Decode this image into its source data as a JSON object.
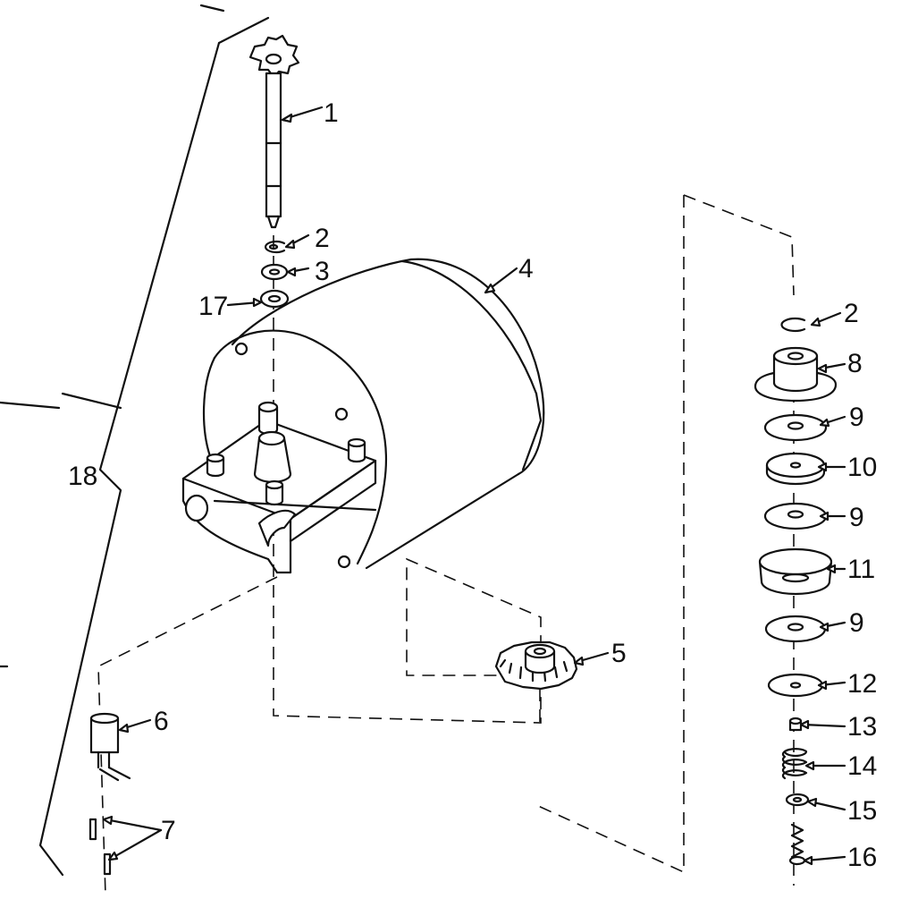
{
  "diagram": {
    "callouts": [
      {
        "id": "callout-1",
        "label": "1"
      },
      {
        "id": "callout-2a",
        "label": "2"
      },
      {
        "id": "callout-3",
        "label": "3"
      },
      {
        "id": "callout-17",
        "label": "17"
      },
      {
        "id": "callout-4",
        "label": "4"
      },
      {
        "id": "callout-18",
        "label": "18"
      },
      {
        "id": "callout-5",
        "label": "5"
      },
      {
        "id": "callout-6",
        "label": "6"
      },
      {
        "id": "callout-7",
        "label": "7"
      },
      {
        "id": "callout-2b",
        "label": "2"
      },
      {
        "id": "callout-8",
        "label": "8"
      },
      {
        "id": "callout-9a",
        "label": "9"
      },
      {
        "id": "callout-10",
        "label": "10"
      },
      {
        "id": "callout-9b",
        "label": "9"
      },
      {
        "id": "callout-11",
        "label": "11"
      },
      {
        "id": "callout-9c",
        "label": "9"
      },
      {
        "id": "callout-12",
        "label": "12"
      },
      {
        "id": "callout-13",
        "label": "13"
      },
      {
        "id": "callout-14",
        "label": "14"
      },
      {
        "id": "callout-15",
        "label": "15"
      },
      {
        "id": "callout-16",
        "label": "16"
      }
    ]
  }
}
